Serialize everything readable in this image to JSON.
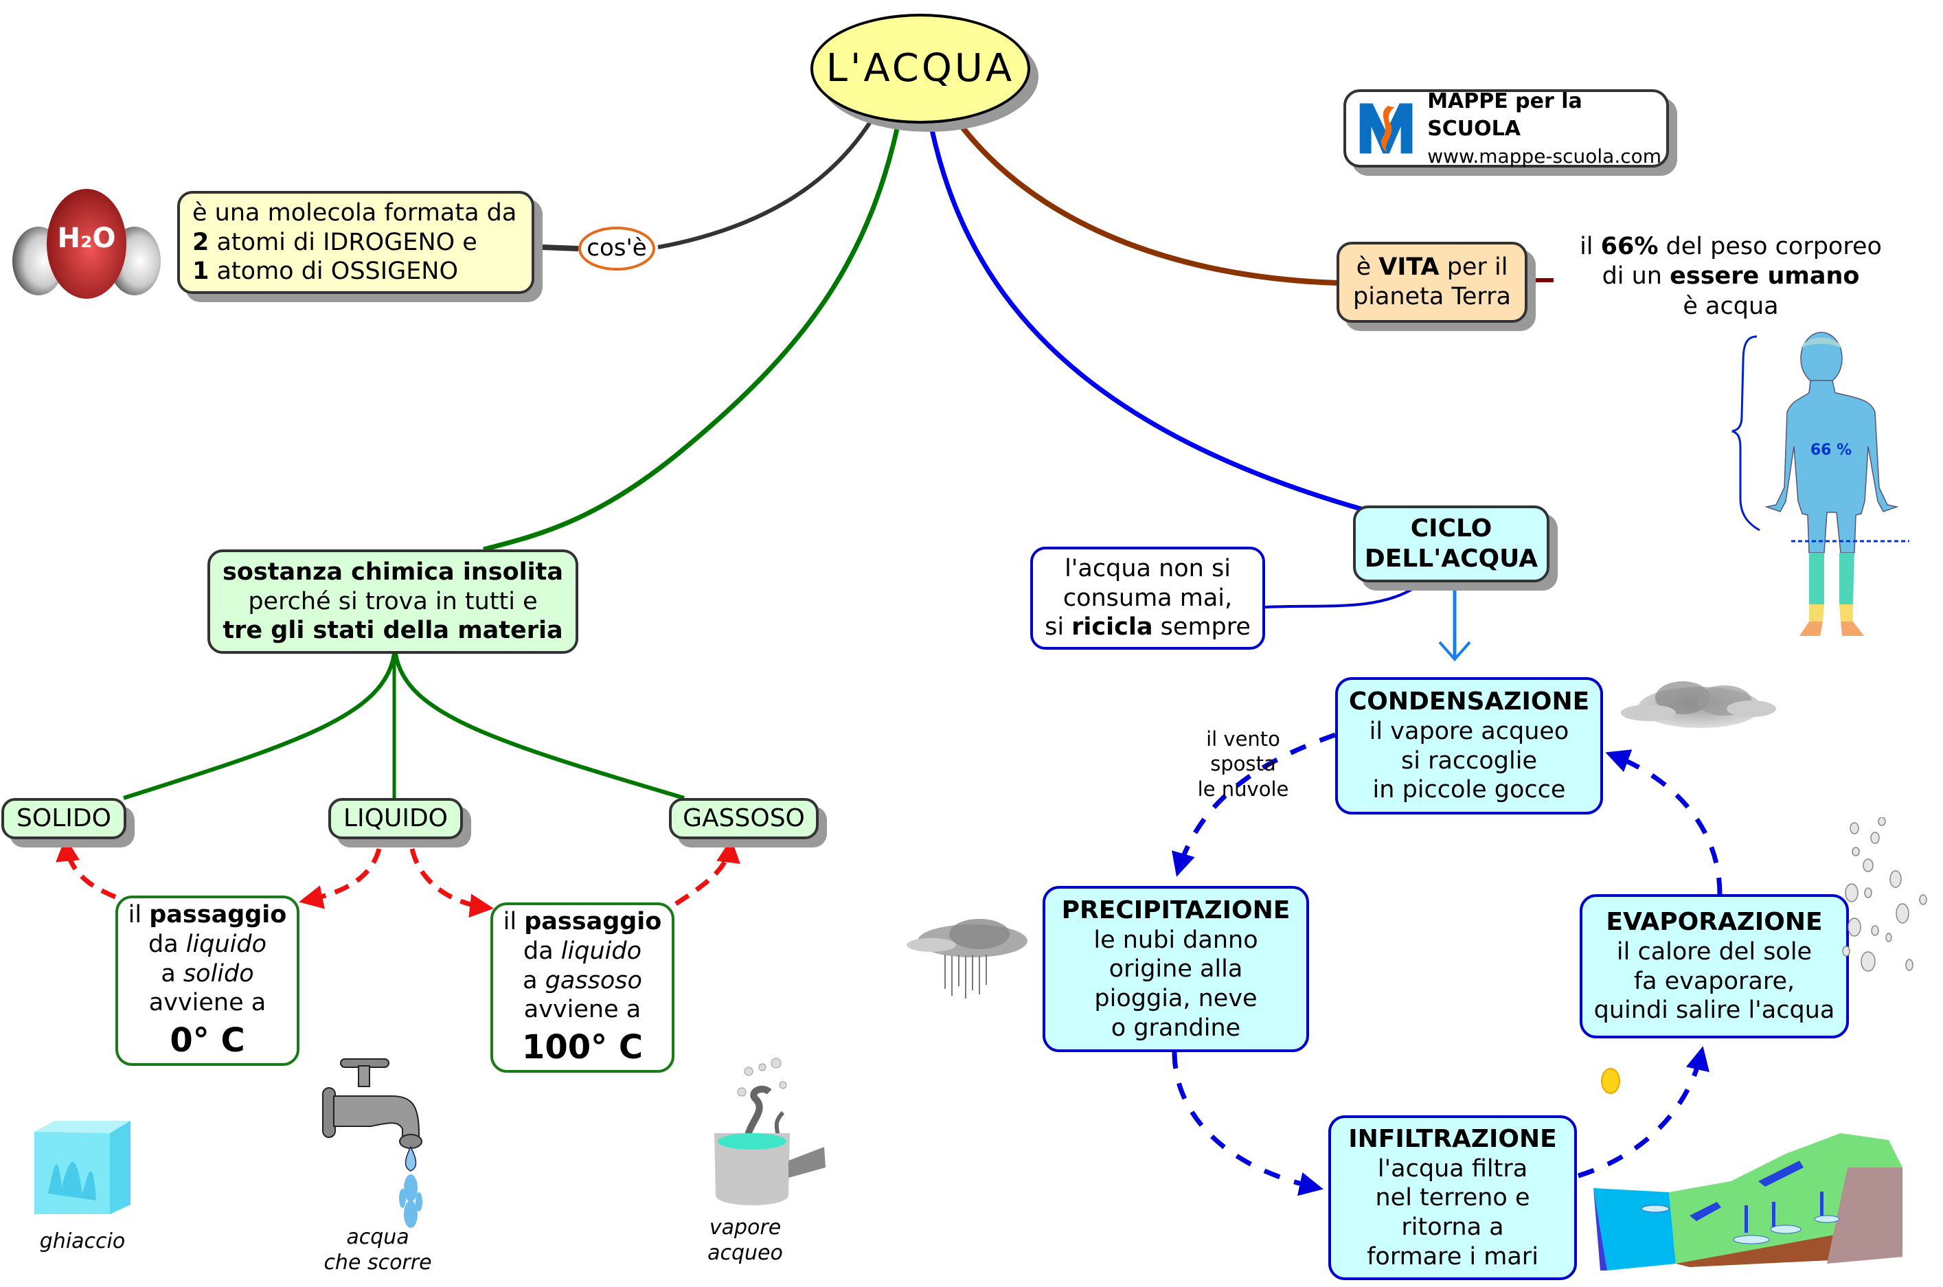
{
  "root": {
    "title": "L'ACQUA"
  },
  "molecule": {
    "image_label": "H₂O",
    "line1": "è una molecola formata da",
    "line2_bold": "2",
    "line2_rest": " atomi di IDROGENO e",
    "line3_bold": "1",
    "line3_rest": " atomo di OSSIGENO",
    "link_label": "cos'è"
  },
  "logo": {
    "brand": "MAPPE per la SCUOLA",
    "url": "www.mappe-scuola.com"
  },
  "vita": {
    "pre": "è ",
    "bold": "VITA",
    "post": " per il",
    "line2": "pianeta Terra"
  },
  "human": {
    "l1_pre": "il ",
    "l1_bold": "66%",
    "l1_post": " del peso corporeo",
    "l2_pre": "di un ",
    "l2_bold": "essere umano",
    "l3": "è acqua",
    "figure_label": "66 %",
    "water_fraction": 0.66
  },
  "sostanza": {
    "line1": "sostanza chimica insolita",
    "line2": "perché si trova in tutti e",
    "line3": "tre gli stati della materia"
  },
  "states": {
    "solid": "SOLIDO",
    "liquid": "LIQUIDO",
    "gas": "GASSOSO"
  },
  "transitions": {
    "solid": {
      "l1_pre": "il ",
      "l1_bold": "passaggio",
      "l2_pre": "da ",
      "l2_it": "liquido",
      "l3_pre": "a ",
      "l3_it": "solido",
      "l4": "avviene a",
      "temp": "0° C"
    },
    "gas": {
      "l1_pre": "il ",
      "l1_bold": "passaggio",
      "l2_pre": "da ",
      "l2_it": "liquido",
      "l3_pre": "a ",
      "l3_it": "gassoso",
      "l4": "avviene a",
      "temp": "100° C"
    }
  },
  "captions": {
    "ice": "ghiaccio",
    "tap_l1": "acqua",
    "tap_l2": "che scorre",
    "steam_l1": "vapore",
    "steam_l2": "acqueo"
  },
  "ciclo": {
    "line1": "CICLO",
    "line2": "DELL'ACQUA",
    "note_l1": "l'acqua non si",
    "note_l2": "consuma mai,",
    "note_l3_pre": "si ",
    "note_l3_bold": "ricicla",
    "note_l3_post": " sempre"
  },
  "cycle": {
    "condensazione": {
      "title": "CONDENSAZIONE",
      "lines": [
        "il vapore acqueo",
        "si raccoglie",
        "in piccole gocce"
      ]
    },
    "precipitazione": {
      "title": "PRECIPITAZIONE",
      "lines": [
        "le nubi danno",
        "origine alla",
        "pioggia, neve",
        "o grandine"
      ]
    },
    "evaporazione": {
      "title": "EVAPORAZIONE",
      "lines": [
        "il calore del sole",
        "fa evaporare,",
        "quindi salire l'acqua"
      ]
    },
    "infiltrazione": {
      "title": "INFILTRAZIONE",
      "lines": [
        "l'acqua filtra",
        "nel terreno e",
        "ritorna a",
        "formare i mari"
      ]
    },
    "vento": [
      "il vento",
      "sposta",
      "le nuvole"
    ]
  },
  "colors": {
    "root_fill": "#ffff99",
    "link_dark": "#333333",
    "link_green": "#007700",
    "link_blue": "#0000ee",
    "link_brown": "#8b3300",
    "link_darkred": "#800000",
    "arrow_red": "#ee1111",
    "arrow_blue": "#0000dd",
    "cycle_fill": "#ccffff",
    "green_fill": "#d9ffd9",
    "orange_fill": "#ffe0b3",
    "yellow_fill": "#ffffcc"
  }
}
